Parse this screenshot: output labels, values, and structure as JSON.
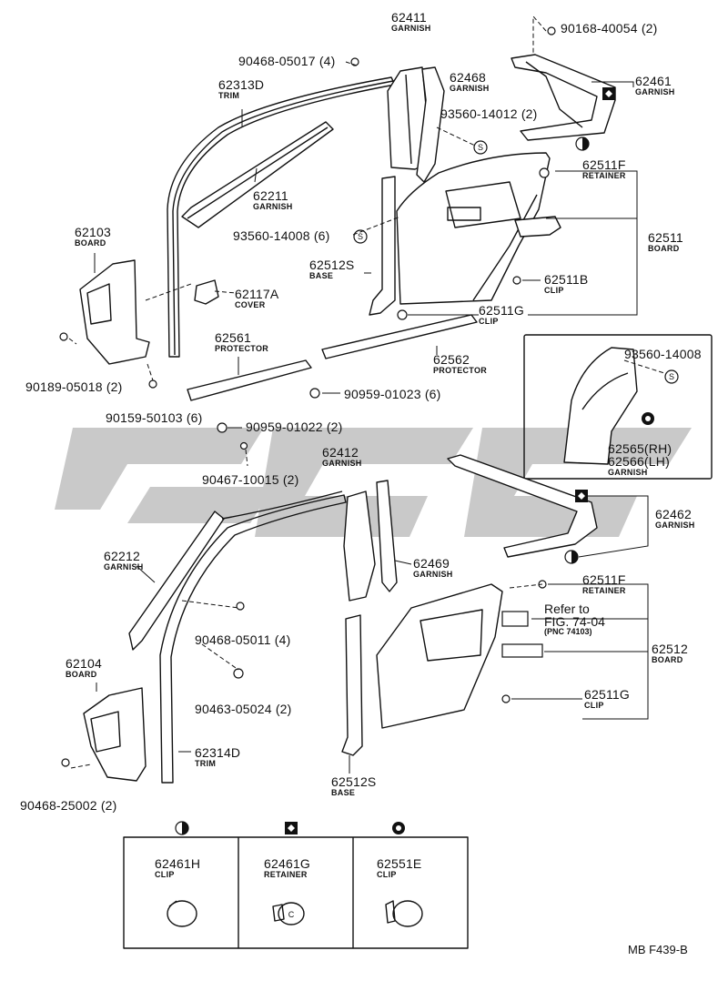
{
  "parts": [
    {
      "id": "62411",
      "number": "62411",
      "name": "GARNISH"
    },
    {
      "id": "90168-40054",
      "number": "90168-40054 (2)",
      "name": ""
    },
    {
      "id": "90468-05017",
      "number": "90468-05017 (4)",
      "name": ""
    },
    {
      "id": "62313D",
      "number": "62313D",
      "name": "TRIM"
    },
    {
      "id": "62468",
      "number": "62468",
      "name": "GARNISH"
    },
    {
      "id": "62461",
      "number": "62461",
      "name": "GARNISH"
    },
    {
      "id": "93560-14012",
      "number": "93560-14012 (2)",
      "name": ""
    },
    {
      "id": "62211",
      "number": "62211",
      "name": "GARNISH"
    },
    {
      "id": "62511F-a",
      "number": "62511F",
      "name": "RETAINER"
    },
    {
      "id": "62103",
      "number": "62103",
      "name": "BOARD"
    },
    {
      "id": "93560-14008-a",
      "number": "93560-14008 (6)",
      "name": ""
    },
    {
      "id": "62511",
      "number": "62511",
      "name": "BOARD"
    },
    {
      "id": "62512S-a",
      "number": "62512S",
      "name": "BASE"
    },
    {
      "id": "62511B",
      "number": "62511B",
      "name": "CLIP"
    },
    {
      "id": "62117A",
      "number": "62117A",
      "name": "COVER"
    },
    {
      "id": "62511G-a",
      "number": "62511G",
      "name": "CLIP"
    },
    {
      "id": "62561",
      "number": "62561",
      "name": "PROTECTOR"
    },
    {
      "id": "62562",
      "number": "62562",
      "name": "PROTECTOR"
    },
    {
      "id": "90189-05018",
      "number": "90189-05018 (2)",
      "name": ""
    },
    {
      "id": "90959-01023",
      "number": "90959-01023 (6)",
      "name": ""
    },
    {
      "id": "90159-50103",
      "number": "90159-50103 (6)",
      "name": ""
    },
    {
      "id": "90959-01022",
      "number": "90959-01022 (2)",
      "name": ""
    },
    {
      "id": "93560-14008-b",
      "number": "93560-14008",
      "name": ""
    },
    {
      "id": "62565",
      "number": "62565(RH)",
      "name": ""
    },
    {
      "id": "62566",
      "number": "62566(LH)",
      "name": "GARNISH"
    },
    {
      "id": "90467-10015",
      "number": "90467-10015 (2)",
      "name": ""
    },
    {
      "id": "62412",
      "number": "62412",
      "name": "GARNISH"
    },
    {
      "id": "62462",
      "number": "62462",
      "name": "GARNISH"
    },
    {
      "id": "62212",
      "number": "62212",
      "name": "GARNISH"
    },
    {
      "id": "62469",
      "number": "62469",
      "name": "GARNISH"
    },
    {
      "id": "62511F-b",
      "number": "62511F",
      "name": "RETAINER"
    },
    {
      "id": "90468-05011",
      "number": "90468-05011 (4)",
      "name": ""
    },
    {
      "id": "62512",
      "number": "62512",
      "name": "BOARD"
    },
    {
      "id": "62104",
      "number": "62104",
      "name": "BOARD"
    },
    {
      "id": "62511G-b",
      "number": "62511G",
      "name": "CLIP"
    },
    {
      "id": "90463-05024",
      "number": "90463-05024 (2)",
      "name": ""
    },
    {
      "id": "62314D",
      "number": "62314D",
      "name": "TRIM"
    },
    {
      "id": "62512S-b",
      "number": "62512S",
      "name": "BASE"
    },
    {
      "id": "90468-25002",
      "number": "90468-25002 (2)",
      "name": ""
    }
  ],
  "reference": {
    "line1": "Refer to",
    "line2": "FIG. 74-04",
    "line3": "(PNC 74103)"
  },
  "legend": [
    {
      "number": "62461H",
      "name": "CLIP",
      "symbol": "half-circle"
    },
    {
      "number": "62461G",
      "name": "RETAINER",
      "symbol": "diamond-square"
    },
    {
      "number": "62551E",
      "name": "CLIP",
      "symbol": "gear-circle"
    }
  ],
  "figure_code": "MB F439-B",
  "colors": {
    "ink": "#111111",
    "watermark": "#c9c9c9"
  }
}
